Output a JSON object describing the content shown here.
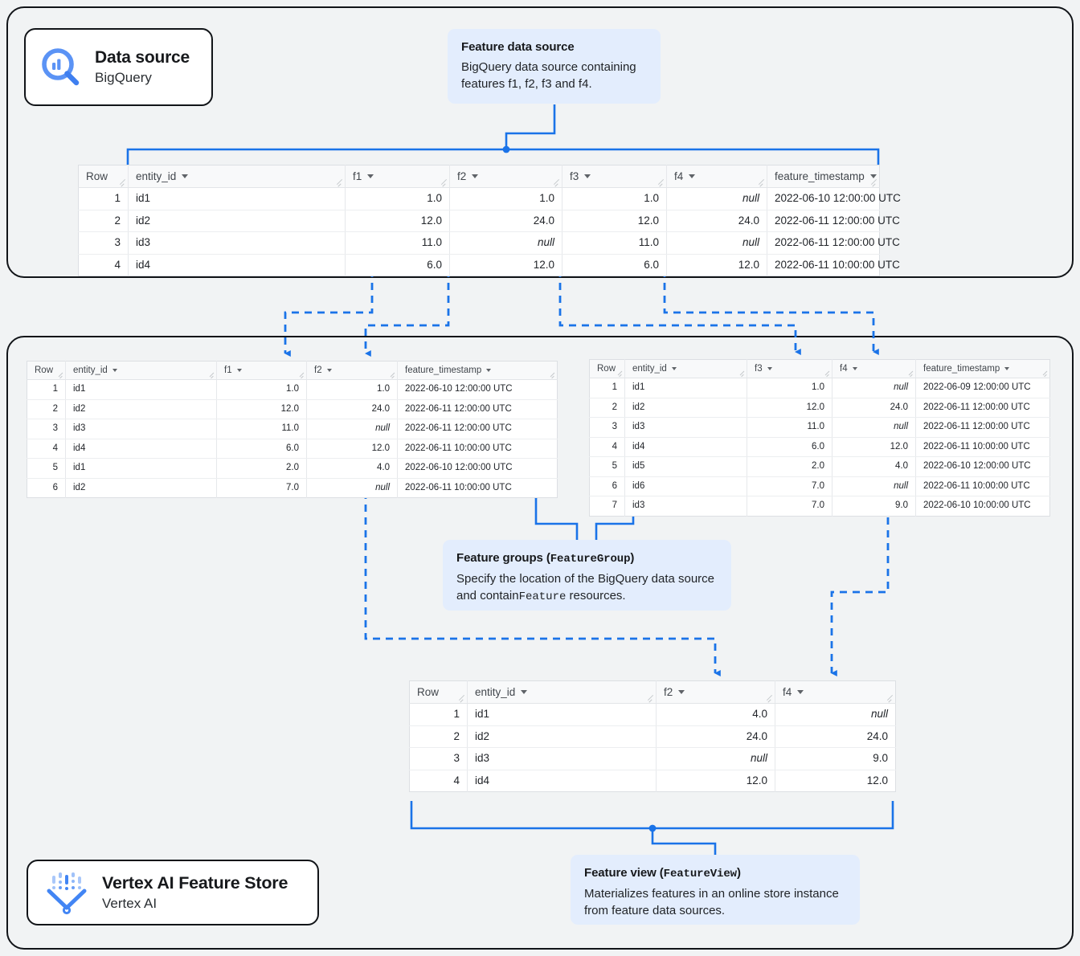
{
  "panels": {
    "data_source": {
      "name": "Data source panel"
    },
    "feature_store": {
      "name": "Vertex AI Feature Store panel"
    }
  },
  "chips": [
    {
      "id": "bigquery",
      "title": "Data source",
      "subtitle": "BigQuery",
      "icon": "bigquery-magnifier-icon",
      "color": "#5b93f5"
    },
    {
      "id": "vertex",
      "title": "Vertex AI Feature Store",
      "subtitle": "Vertex AI",
      "icon": "vertex-ai-funnel-icon",
      "color": "#4285f4"
    }
  ],
  "callouts": {
    "feature_data_source": {
      "title": "Feature data source",
      "body": "BigQuery data source containing features f1, f2, f3 and f4."
    },
    "feature_groups": {
      "title_plain": "Feature groups (",
      "title_code": "FeatureGroup",
      "title_tail": ")",
      "body_1": "Specify the location of the BigQuery data source and contain",
      "body_code": "Feature",
      "body_2": " resources."
    },
    "feature_view": {
      "title_plain": "Feature view (",
      "title_code": "FeatureView",
      "title_tail": ")",
      "body": "Materializes features in an online store instance from feature data sources."
    }
  },
  "tables": {
    "source": {
      "name": "bigquery-source-table",
      "columns": [
        "Row",
        "entity_id",
        "f1",
        "f2",
        "f3",
        "f4",
        "feature_timestamp"
      ],
      "rows": [
        [
          "1",
          "id1",
          "1.0",
          "1.0",
          "1.0",
          "null",
          "2022-06-10 12:00:00 UTC"
        ],
        [
          "2",
          "id2",
          "12.0",
          "24.0",
          "12.0",
          "24.0",
          "2022-06-11 12:00:00 UTC"
        ],
        [
          "3",
          "id3",
          "11.0",
          "null",
          "11.0",
          "null",
          "2022-06-11 12:00:00 UTC"
        ],
        [
          "4",
          "id4",
          "6.0",
          "12.0",
          "6.0",
          "12.0",
          "2022-06-11 10:00:00 UTC"
        ]
      ]
    },
    "feature_group_1": {
      "name": "feature-group-1-table",
      "columns": [
        "Row",
        "entity_id",
        "f1",
        "f2",
        "feature_timestamp"
      ],
      "rows": [
        [
          "1",
          "id1",
          "1.0",
          "1.0",
          "2022-06-10 12:00:00 UTC"
        ],
        [
          "2",
          "id2",
          "12.0",
          "24.0",
          "2022-06-11 12:00:00 UTC"
        ],
        [
          "3",
          "id3",
          "11.0",
          "null",
          "2022-06-11 12:00:00 UTC"
        ],
        [
          "4",
          "id4",
          "6.0",
          "12.0",
          "2022-06-11 10:00:00 UTC"
        ],
        [
          "5",
          "id1",
          "2.0",
          "4.0",
          "2022-06-10 12:00:00 UTC"
        ],
        [
          "6",
          "id2",
          "7.0",
          "null",
          "2022-06-11 10:00:00 UTC"
        ]
      ]
    },
    "feature_group_2": {
      "name": "feature-group-2-table",
      "columns": [
        "Row",
        "entity_id",
        "f3",
        "f4",
        "feature_timestamp"
      ],
      "rows": [
        [
          "1",
          "id1",
          "1.0",
          "null",
          "2022-06-09 12:00:00 UTC"
        ],
        [
          "2",
          "id2",
          "12.0",
          "24.0",
          "2022-06-11 12:00:00 UTC"
        ],
        [
          "3",
          "id3",
          "11.0",
          "null",
          "2022-06-11 12:00:00 UTC"
        ],
        [
          "4",
          "id4",
          "6.0",
          "12.0",
          "2022-06-11 10:00:00 UTC"
        ],
        [
          "5",
          "id5",
          "2.0",
          "4.0",
          "2022-06-10 12:00:00 UTC"
        ],
        [
          "6",
          "id6",
          "7.0",
          "null",
          "2022-06-11 10:00:00 UTC"
        ],
        [
          "7",
          "id3",
          "7.0",
          "9.0",
          "2022-06-10 10:00:00 UTC"
        ]
      ]
    },
    "feature_view": {
      "name": "feature-view-table",
      "columns": [
        "Row",
        "entity_id",
        "f2",
        "f4"
      ],
      "rows": [
        [
          "1",
          "id1",
          "4.0",
          "null"
        ],
        [
          "2",
          "id2",
          "24.0",
          "24.0"
        ],
        [
          "3",
          "id3",
          "null",
          "9.0"
        ],
        [
          "4",
          "id4",
          "12.0",
          "12.0"
        ]
      ]
    }
  },
  "colors": {
    "accent": "#1a73e8",
    "callout_bg": "#e3edfd",
    "panel_bg": "#f1f3f4",
    "border": "#111418"
  }
}
